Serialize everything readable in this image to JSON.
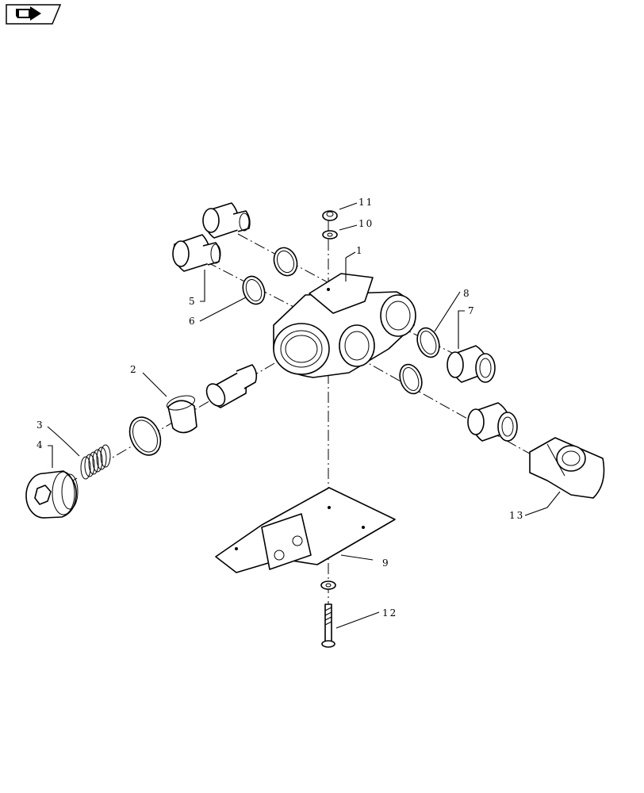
{
  "nav_icon": "next-page-arrow-icon",
  "callouts": {
    "c1": "1",
    "c2": "2",
    "c3": "3",
    "c4": "4",
    "c5": "5",
    "c6": "6",
    "c7": "7",
    "c8": "8",
    "c9": "9",
    "c10": "10",
    "c11": "11",
    "c12": "12",
    "c13": "13"
  }
}
